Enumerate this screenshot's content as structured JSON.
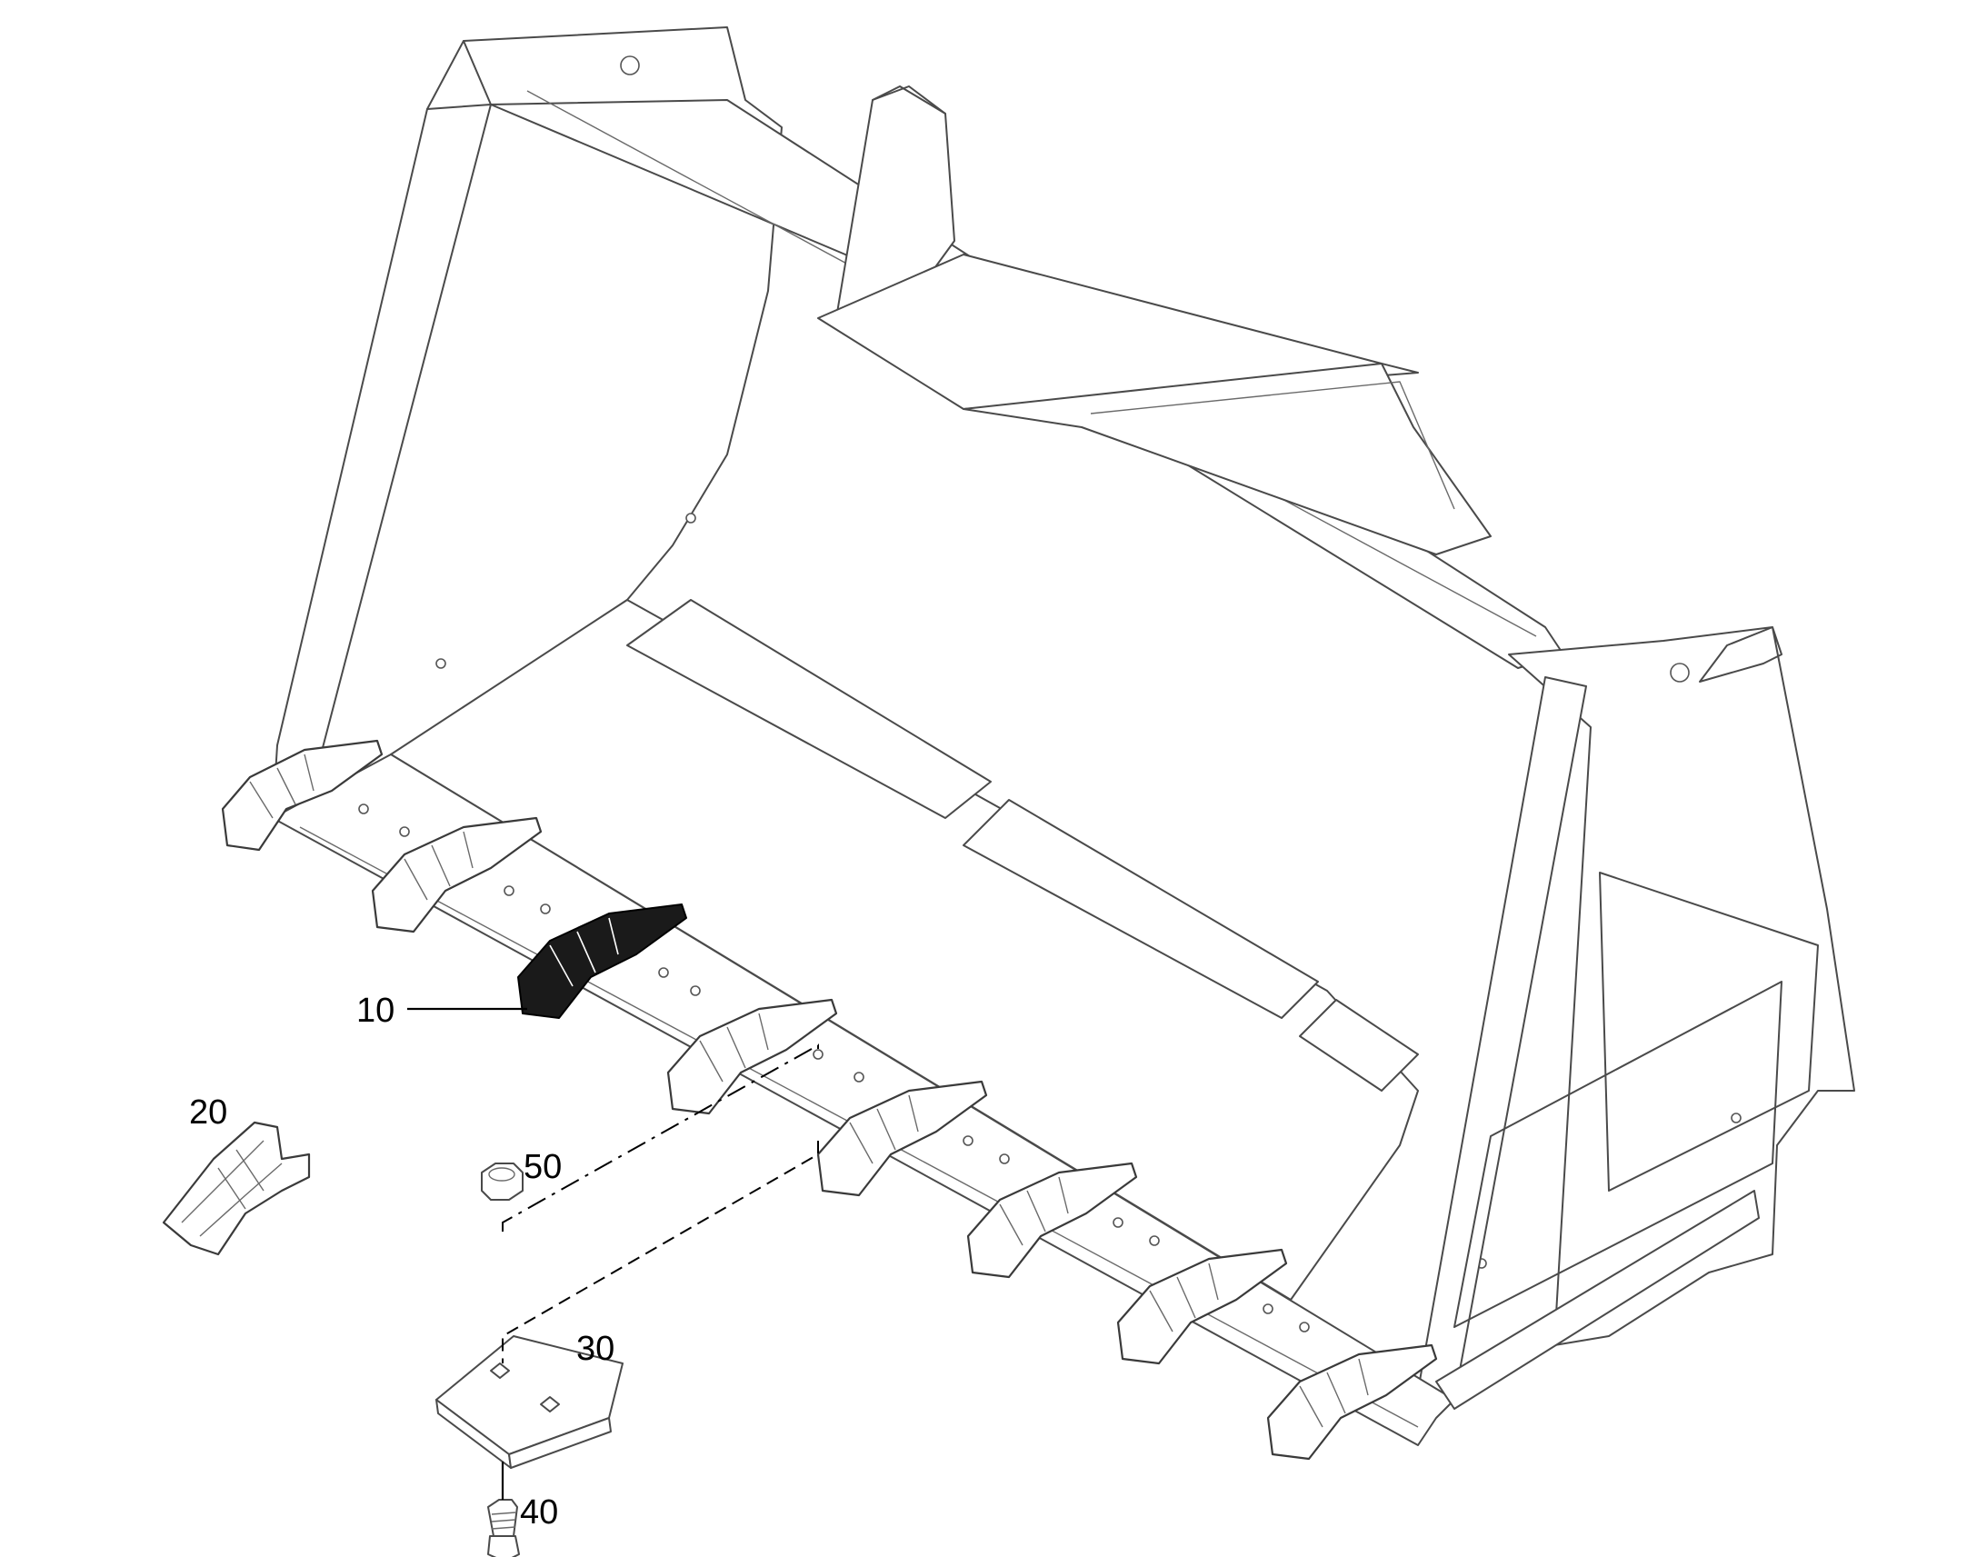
{
  "callouts": {
    "c10": "10",
    "c20": "20",
    "c30": "30",
    "c40": "40",
    "c50": "50"
  },
  "colors": {
    "outline": "#4a4a4a",
    "highlight": "#1a1a1a",
    "background": "#ffffff"
  }
}
